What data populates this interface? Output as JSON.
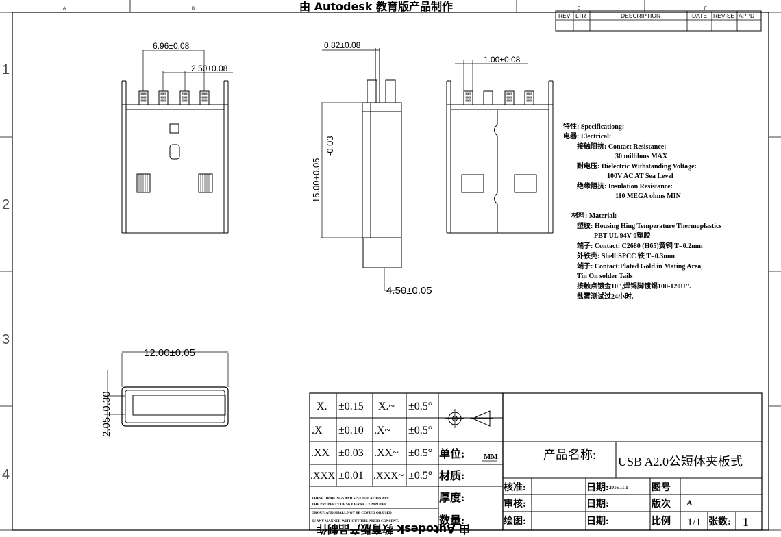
{
  "watermark": {
    "top": "由 Autodesk 教育版产品制作",
    "bottom": "由 Autodesk 教育版产品制作"
  },
  "border": {
    "col_markers": [
      "A",
      "B",
      "E",
      "F"
    ],
    "row_markers": [
      "1",
      "2",
      "3",
      "4"
    ]
  },
  "revision_block": {
    "headers": [
      "REV",
      "LTR",
      "DESCRIPTION",
      "DATE",
      "REVISE",
      "APPD"
    ]
  },
  "dimensions": {
    "top_pitch_outer": "6.96±0.08",
    "top_pitch_inner": "2.50±0.08",
    "side_tab_width": "0.82±0.08",
    "side_height": "15.00+0.05",
    "side_height_tol_lower": "-0.03",
    "side_bottom_width": "4.50±0.05",
    "back_pin_width": "1.00±0.08",
    "end_width": "12.00±0.05",
    "end_height": "2.05±0.30"
  },
  "specifications": {
    "lines": [
      "特性: Specificationg:",
      "电器: Electrical:",
      "接触阻抗: Contact Resistance:",
      "30 millihms MAX",
      "耐电压: Dielectric Withstanding Voltage:",
      "100V AC AT Sea Level",
      "绝缘阻抗: Insulation Resistance:",
      "110 MEGA ohms MIN",
      "材料: Material:",
      "塑胶: Housing Hing Temperature Thermoplastics",
      "PBT UL 94V-0塑胶",
      "端子: Contact: C2680 (H65)黄铜 T=0.2mm",
      "外铁壳: Shell:SPCC 铁 T=0.3mm",
      "端子: Contact:Plated Gold in Mating Area,",
      "Tin On solder Tails",
      "接触点镀金10\",焊锡脚镀锡100-120U\".",
      "盐雾测试过24小时."
    ]
  },
  "tolerance_table": {
    "rows": [
      {
        "fmt1": "X.",
        "tol1": "±0.15",
        "fmt2": "X.~",
        "tol2": "±0.5°"
      },
      {
        "fmt1": ".X",
        "tol1": "±0.10",
        "fmt2": ".X~",
        "tol2": "±0.5°"
      },
      {
        "fmt1": ".XX",
        "tol1": "±0.03",
        "fmt2": ".XX~",
        "tol2": "±0.5°"
      },
      {
        "fmt1": ".XXX",
        "tol1": "±0.01",
        "fmt2": ".XXX~",
        "tol2": "±0.5°"
      }
    ],
    "note_lines": [
      "THESE DRAWINGS AND SPECIFICATION ARE",
      "THE PROPERTY OF SKY HAWK COMPUTER",
      "GROUP. AND SHALL NOT BE COPIED OR USED",
      "IN ANY MANNER WITHOUT THE PRIOR CONSENT."
    ]
  },
  "title_block": {
    "unit_label": "单位:",
    "unit_value": "MM",
    "material_label": "材质:",
    "thickness_label": "厚度:",
    "quantity_label": "数量:",
    "product_name_label": "产品名称:",
    "product_name": "USB A2.0公短体夹板式",
    "approve_label": "核准:",
    "review_label": "审核:",
    "draw_label": "绘图:",
    "date_label": "日期:",
    "date_value": "2016.11.1",
    "drawing_no_label": "图号",
    "version_label": "版次",
    "version_value": "A",
    "scale_label": "比例",
    "scale_value": "1/1",
    "sheets_label": "张数:",
    "sheets_value": "1"
  }
}
